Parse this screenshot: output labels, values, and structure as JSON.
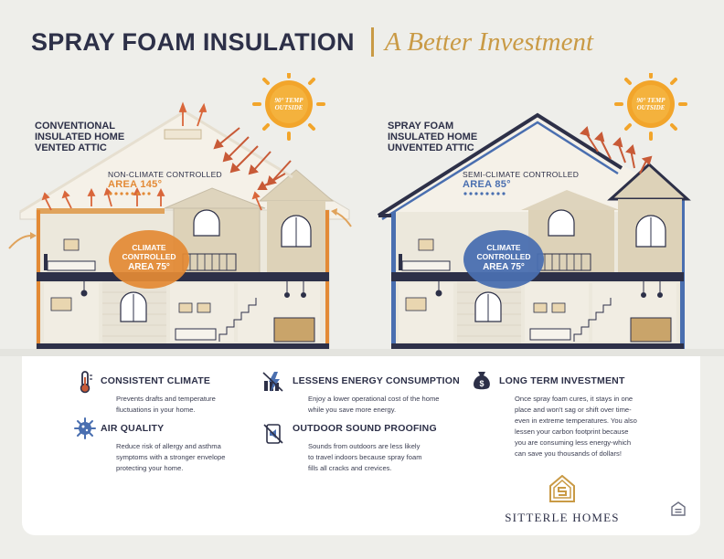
{
  "header": {
    "title": "SPRAY FOAM INSULATION",
    "subtitle": "A Better Investment"
  },
  "left_house": {
    "label": [
      "CONVENTIONAL",
      "INSULATED HOME",
      "VENTED ATTIC"
    ],
    "sun_text": [
      "90° TEMP",
      "OUTSIDE"
    ],
    "attic_zone": "NON-CLIMATE CONTROLLED",
    "attic_area": "AREA 145°",
    "bubble": [
      "CLIMATE",
      "CONTROLLED",
      "AREA 75°"
    ]
  },
  "right_house": {
    "label": [
      "SPRAY FOAM",
      "INSULATED HOME",
      "UNVENTED ATTIC"
    ],
    "sun_text": [
      "90° TEMP",
      "OUTSIDE"
    ],
    "attic_zone": "SEMI-CLIMATE CONTROLLED",
    "attic_area": "AREA 85°",
    "bubble": [
      "CLIMATE",
      "CONTROLLED",
      "AREA 75°"
    ]
  },
  "colors": {
    "navy": "#2d3048",
    "gold": "#c99a45",
    "orange": "#e38a35",
    "blue": "#4a6fb0",
    "sun": "#f2a52b"
  },
  "features": [
    {
      "icon": "thermometer-icon",
      "title": "CONSISTENT CLIMATE",
      "text": [
        "Prevents drafts and temperature",
        "fluctuations in your home."
      ]
    },
    {
      "icon": "virus-icon",
      "title": "AIR QUALITY",
      "text": [
        "Reduce risk of allergy and asthma",
        "symptoms with a stronger envelope",
        "protecting your home."
      ]
    },
    {
      "icon": "energy-bolt-icon",
      "title": "LESSENS ENERGY CONSUMPTION",
      "text": [
        "Enjoy a lower operational cost of the home",
        "while you save more energy."
      ]
    },
    {
      "icon": "muted-speaker-icon",
      "title": "OUTDOOR SOUND PROOFING",
      "text": [
        "Sounds from outdoors are less likely",
        "to travel indoors because spray foam",
        "fills all cracks and crevices."
      ]
    },
    {
      "icon": "money-bag-icon",
      "title": "LONG TERM INVESTMENT",
      "text": [
        "Once spray foam cures, it stays in one",
        "place and won't sag or shift over time-",
        "even in extreme temperatures. You also",
        "lessen your carbon footprint because",
        "you are consuming less energy-which",
        "can save you thousands of dollars!"
      ]
    }
  ],
  "brand": {
    "name": "SITTERLE HOMES"
  }
}
